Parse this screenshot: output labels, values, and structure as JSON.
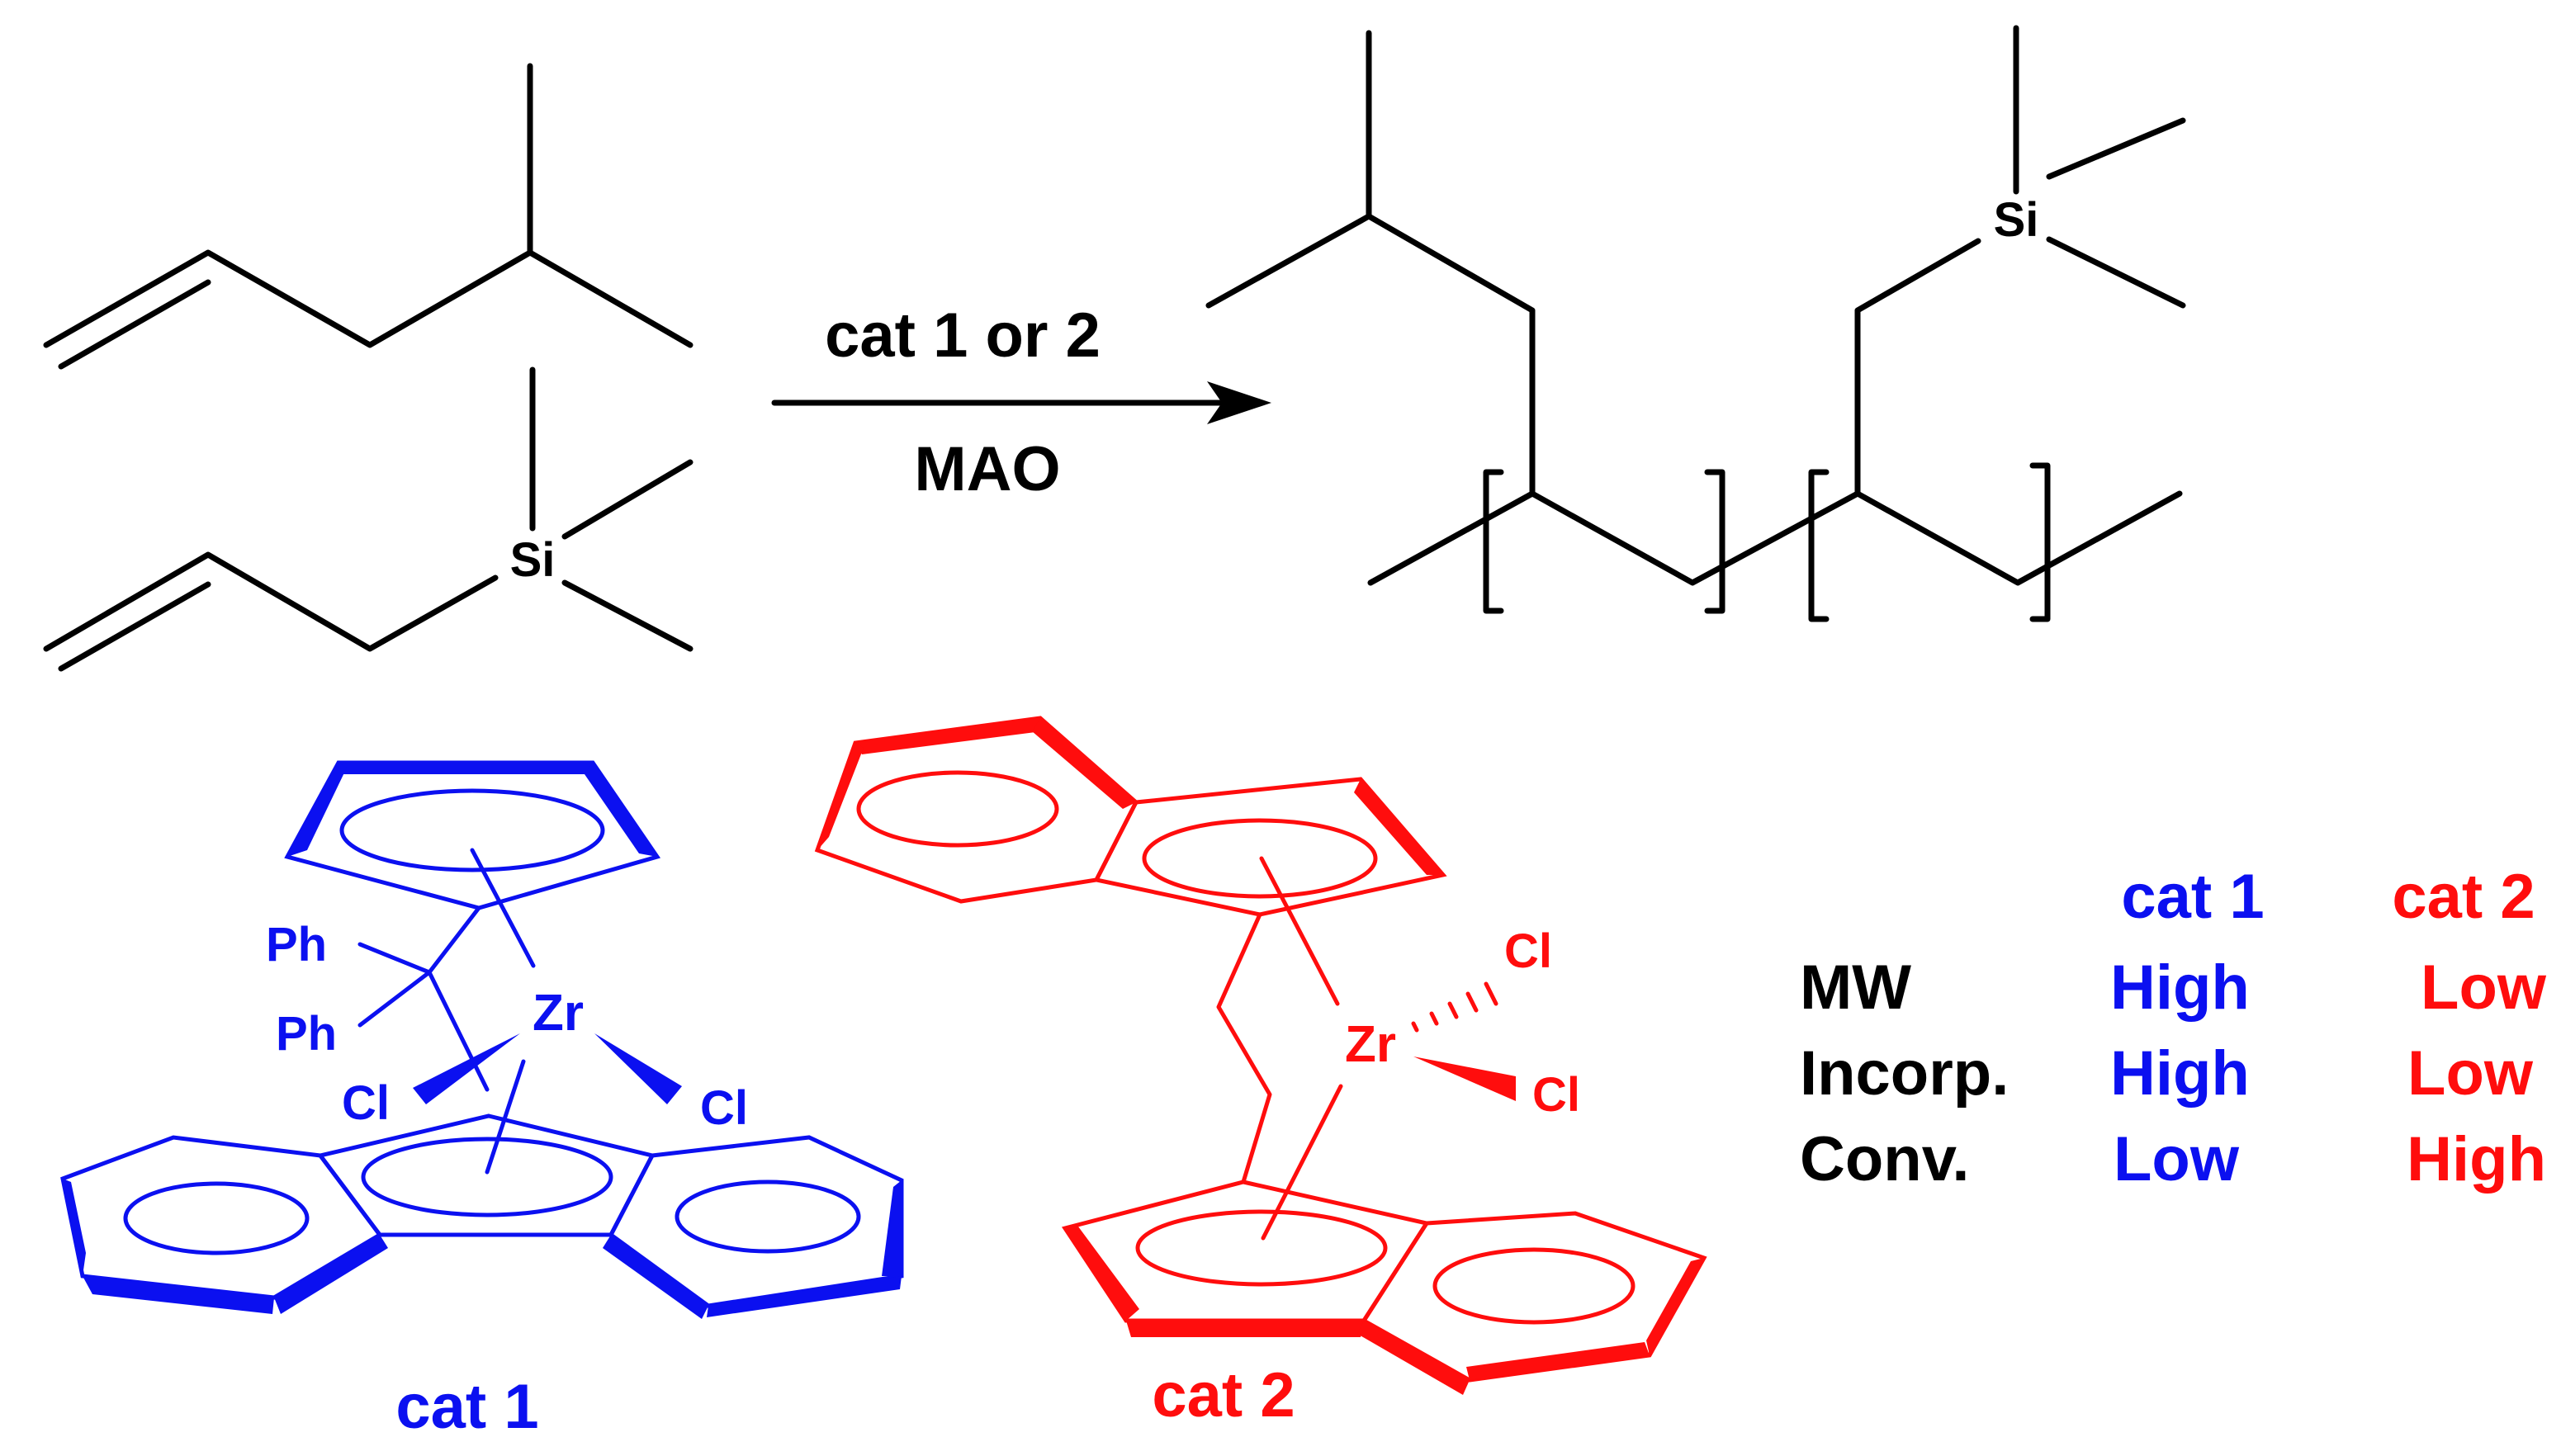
{
  "reaction": {
    "conditions_top": "cat 1 or 2",
    "conditions_bottom": "MAO"
  },
  "atoms": {
    "si": "Si",
    "zr": "Zr",
    "cl": "Cl",
    "ph": "Ph"
  },
  "catalysts": {
    "cat1_label": "cat 1",
    "cat2_label": "cat 2"
  },
  "comparison": {
    "headers": [
      "cat 1",
      "cat 2"
    ],
    "rows": [
      {
        "label": "MW",
        "cat1": "High",
        "cat2": "Low"
      },
      {
        "label": "Incorp.",
        "cat1": "High",
        "cat2": "Low"
      },
      {
        "label": "Conv.",
        "cat1": "Low",
        "cat2": "High"
      }
    ]
  },
  "colors": {
    "cat1": "#0b10f0",
    "cat2": "#ff0d0d",
    "reaction": "#000000"
  }
}
